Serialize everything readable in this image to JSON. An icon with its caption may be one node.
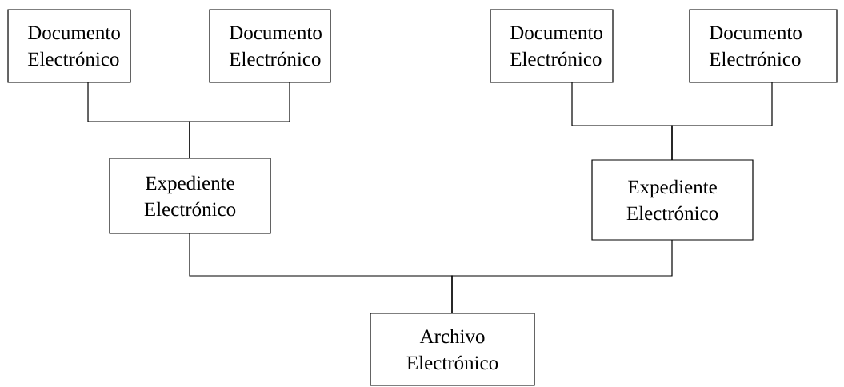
{
  "diagram": {
    "nodes": [
      {
        "text": [
          "Documento Electrónico"
        ]
      },
      {
        "text": [
          "Documento Electrónico"
        ]
      },
      {
        "text": [
          "Documento Electrónico"
        ]
      },
      {
        "text": [
          "Documento Electrónico"
        ]
      },
      {
        "text": [
          "Expediente Electrónico"
        ]
      },
      {
        "text": [
          "Expediente Electrónico"
        ]
      },
      {
        "text": [
          "Archivo Electrónico"
        ]
      }
    ],
    "edges": [
      {
        "from": 0,
        "to": 4,
        "arrow": "none"
      },
      {
        "from": 1,
        "to": 4,
        "arrow": "none"
      },
      {
        "from": 2,
        "to": 5,
        "arrow": "none"
      },
      {
        "from": 3,
        "to": 5,
        "arrow": "none"
      },
      {
        "from": 4,
        "to": 6,
        "arrow": "none"
      },
      {
        "from": 5,
        "to": 6,
        "arrow": "none"
      }
    ]
  }
}
